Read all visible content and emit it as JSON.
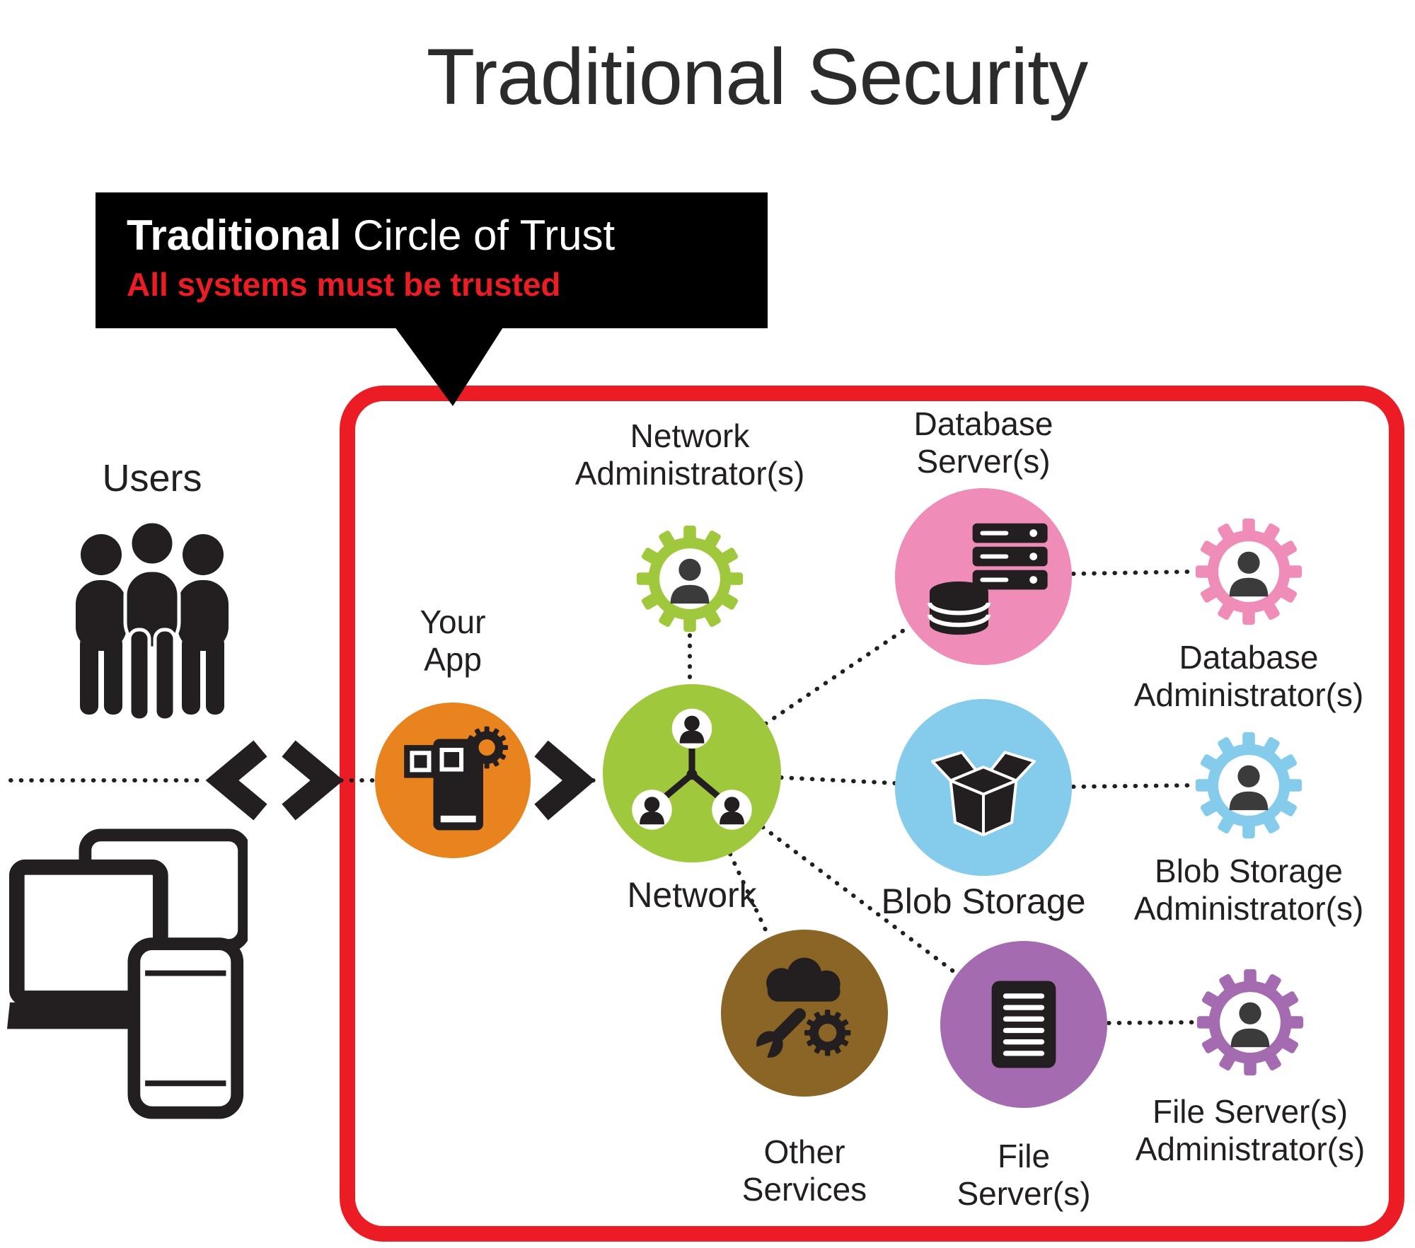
{
  "title": "Traditional Security",
  "callout": {
    "heading_bold": "Traditional",
    "heading_rest": "Circle of Trust",
    "subheading": "All systems must be trusted"
  },
  "nodes": {
    "users_label": "Users",
    "your_app_label": "Your\nApp",
    "network_label": "Network",
    "network_admin_label": "Network\nAdministrator(s)",
    "database_server_label": "Database\nServer(s)",
    "database_admin_label": "Database\nAdministrator(s)",
    "blob_storage_label": "Blob Storage",
    "blob_storage_admin_label": "Blob Storage\nAdministrator(s)",
    "file_server_label": "File\nServer(s)",
    "file_server_admin_label": "File Server(s)\nAdministrator(s)",
    "other_services_label": "Other\nServices"
  },
  "icons": {
    "users": "people-group-icon",
    "devices": "laptop-tablet-phone-icon",
    "bidirectional_arrow": "left-right-chevrons-icon",
    "flow_arrow": "right-chevron-icon",
    "your_app": "app-windows-gear-icon",
    "network": "network-people-nodes-icon",
    "database": "database-server-rack-icon",
    "blob_storage": "open-box-icon",
    "file_server": "document-lines-icon",
    "other_services": "cloud-wrench-gear-icon",
    "administrator": "person-in-gear-icon"
  },
  "colors": {
    "trust_border": "#EC1C24",
    "callout_bg": "#000000",
    "warning_red": "#EC1C24",
    "app_orange": "#E8831D",
    "network_green": "#A0C83C",
    "database_pink": "#F08CB8",
    "blob_blue": "#85CBEC",
    "file_purple": "#A56BB0",
    "services_brown": "#8A6526",
    "ink": "#231F20",
    "title_ink": "#2B2B2B"
  }
}
